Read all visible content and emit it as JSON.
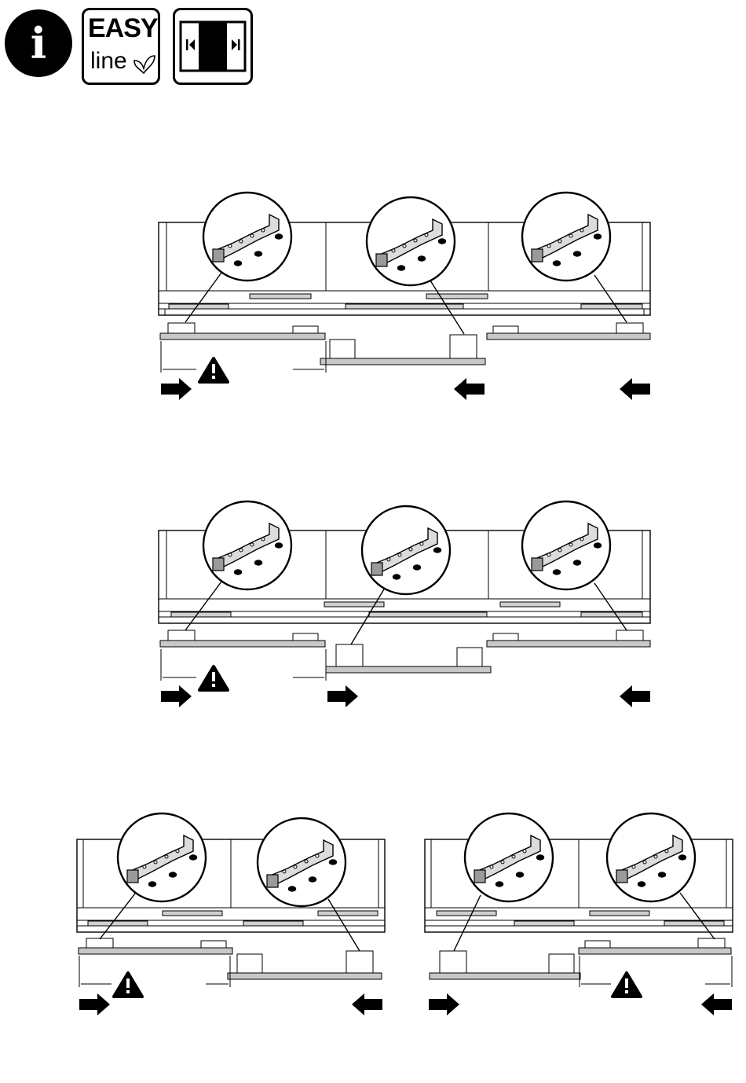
{
  "header": {
    "info_glyph": "i",
    "easy_word": "EASY",
    "line_word": "line",
    "icons": [
      "info-icon",
      "easy-line-logo",
      "soft-close-icon",
      "butterfly-icon"
    ]
  },
  "colors": {
    "ink": "#000000",
    "panel_grey": "#c8c8c8",
    "rail_grey": "#bdbdbd",
    "warning": "#000000"
  },
  "steps": [
    {
      "id": "step-1",
      "arrows": [
        "right",
        "left",
        "left"
      ]
    },
    {
      "id": "step-2",
      "arrows": [
        "right",
        "right",
        "left"
      ]
    },
    {
      "id": "step-3",
      "arrows": [
        "right",
        "left"
      ]
    },
    {
      "id": "step-4",
      "arrows": [
        "right",
        "left"
      ]
    }
  ]
}
